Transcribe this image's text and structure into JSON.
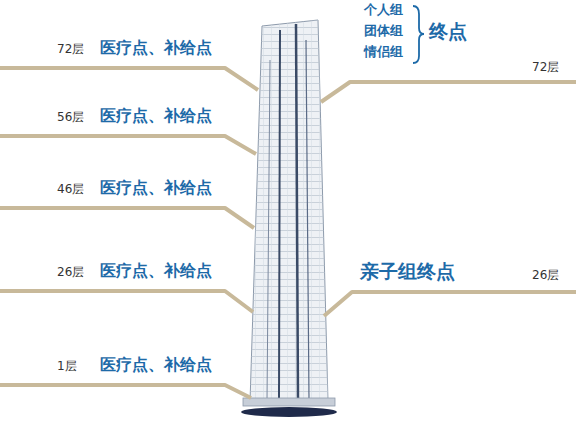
{
  "diagram": {
    "labels": [
      "72层",
      "医疗点、补给点",
      "56层",
      "医疗点、补给点",
      "46层",
      "医疗点、补给点",
      "26层",
      "医疗点、补给点",
      "1层",
      "医疗点、补给点",
      "个人组",
      "团体组",
      "情侣组",
      "终点",
      "72层",
      "亲子组终点",
      "26层"
    ]
  }
}
